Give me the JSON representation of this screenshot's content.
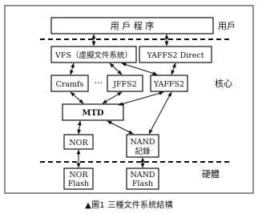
{
  "diagram": {
    "layer_labels": {
      "user": "用戶",
      "kernel": "核心",
      "hardware": "硬體"
    },
    "nodes": {
      "user_program": "用 戶 程 序",
      "vfs": "VFS（虛擬文件系統）",
      "yaffs2_direct": "YAFFS2 Direct",
      "cramfs": "Cramfs",
      "ellipsis": "···",
      "jffs2": "JFFS2",
      "yaffs2": "YAFFS2",
      "mtd": "MTD",
      "nor": "NOR",
      "nand_record_line1": "NAND",
      "nand_record_line2": "記錄",
      "nor_flash_line1": "NOR",
      "nor_flash_line2": "Flash",
      "nand_flash_line1": "NAND",
      "nand_flash_line2": "Flash"
    }
  },
  "caption": {
    "marker": "▲",
    "text": "圖1  三種文件系統結構"
  }
}
